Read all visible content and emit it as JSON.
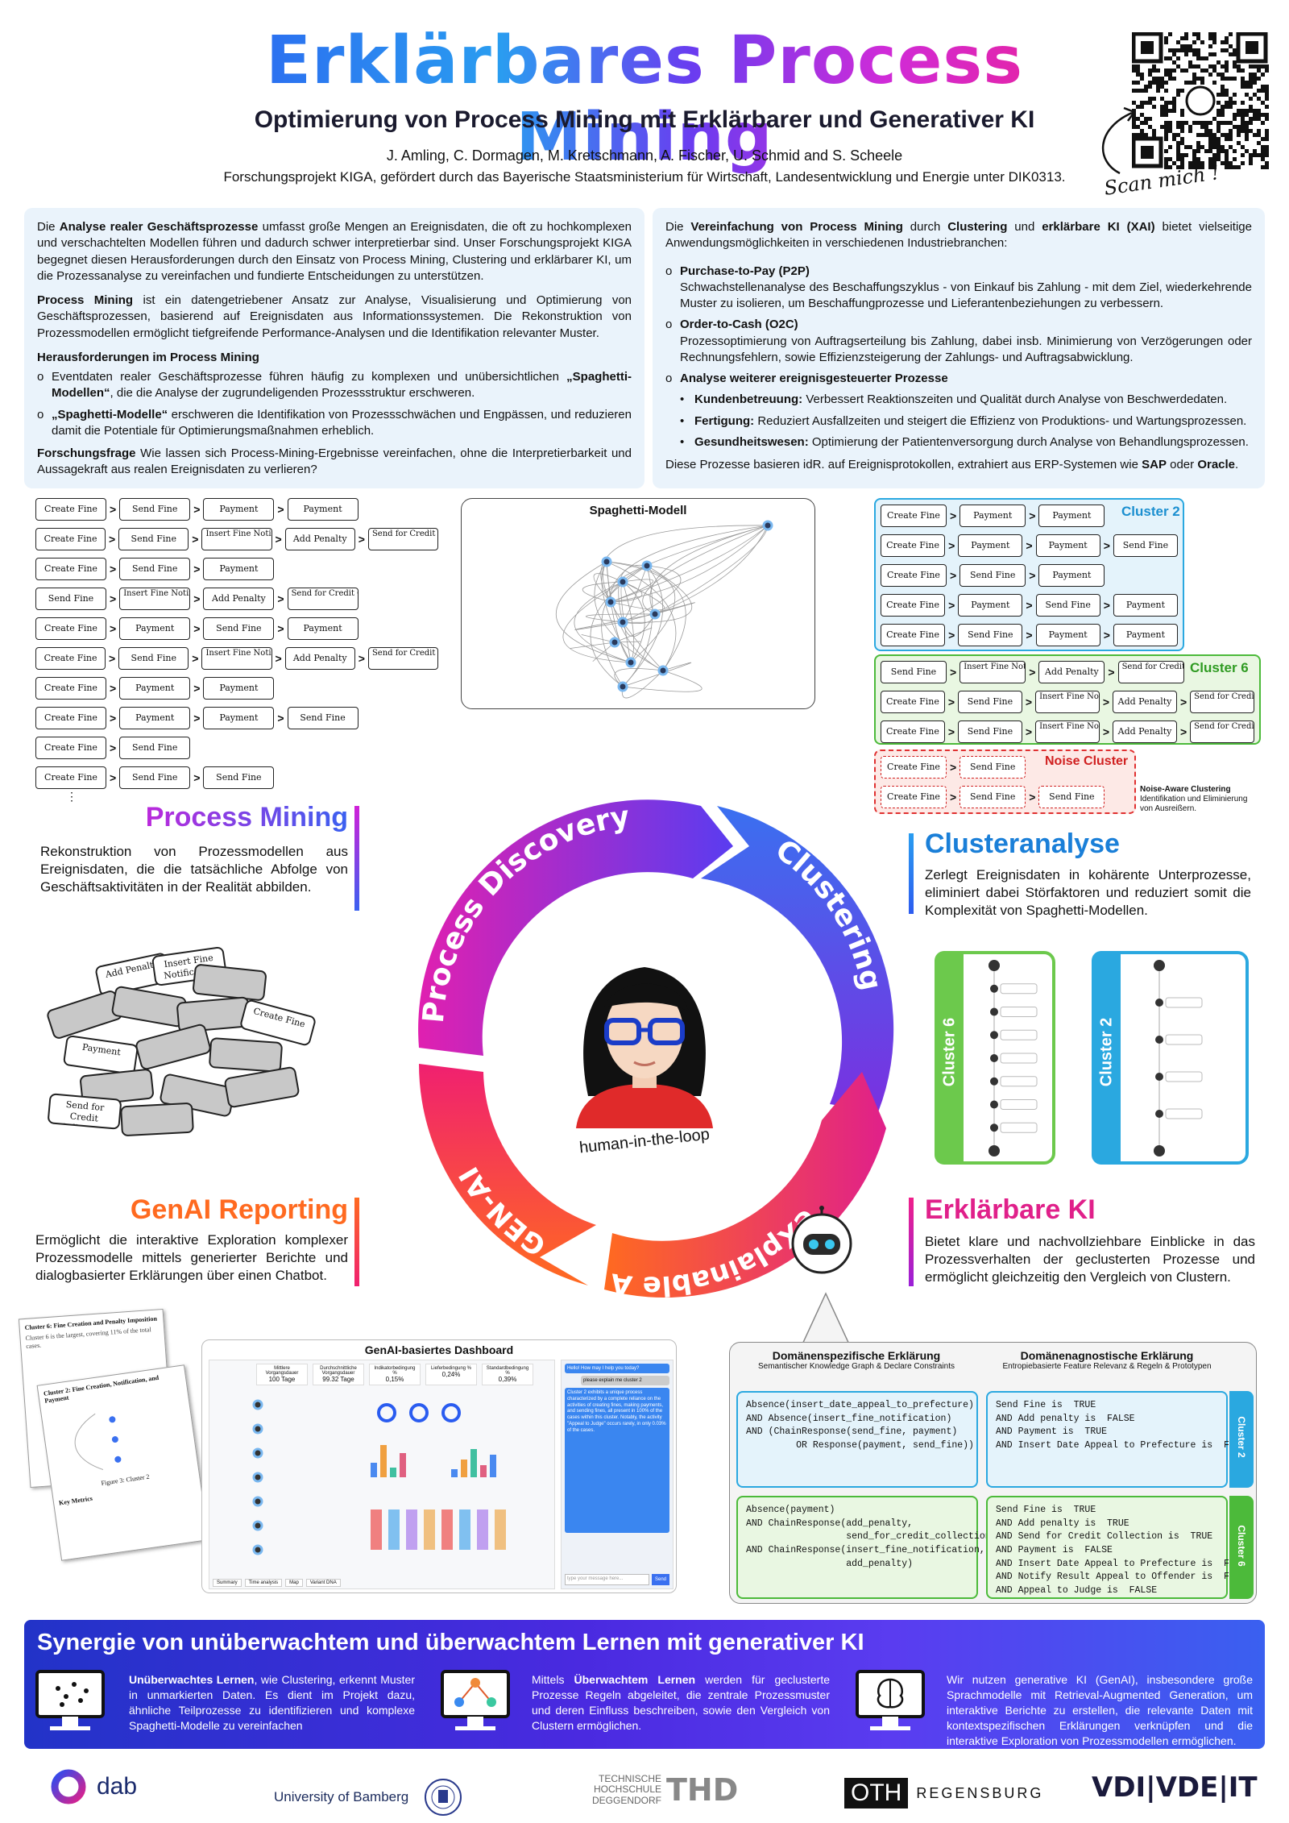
{
  "header": {
    "title": "Erklärbares Process Mining",
    "subtitle": "Optimierung von Process Mining mit Erklärbarer und Generativer KI",
    "authors": "J. Amling, C. Dormagen, M. Kretschmann, A. Fischer, U. Schmid and S. Scheele",
    "funding": "Forschungsprojekt KIGA, gefördert durch das Bayerische Staatsministerium für Wirtschaft, Landesentwicklung und Energie unter DIK0313.",
    "scan": "Scan mich !"
  },
  "left_box": {
    "p1_bold": "Analyse realer Geschäftsprozesse",
    "p1_pre": "Die ",
    "p1": " umfasst große Mengen an Ereignisdaten, die oft zu hochkomplexen und verschachtelten Modellen führen und dadurch schwer interpretierbar sind. Unser Forschungsprojekt KIGA begegnet diesen Herausforderungen durch den Einsatz von Process Mining, Clustering und erklärbarer KI, um die Prozessanalyse zu vereinfachen und fundierte Entscheidungen zu unterstützen.",
    "p2_bold": "Process Mining",
    "p2": " ist ein datengetriebener Ansatz zur Analyse, Visualisierung und Optimierung von Geschäftsprozessen, basierend auf Ereignisdaten aus Informationssystemen. Die Rekonstruktion von Prozessmodellen ermöglicht tiefgreifende Performance-Analysen und die Identifikation relevanter Muster.",
    "h3": "Herausforderungen im Process Mining",
    "li1_pre": "Eventdaten realer Geschäftsprozesse führen häufig zu komplexen und unübersichtlichen ",
    "li1_bold": "„Spaghetti-Modellen“",
    "li1": ", die die Analyse der zugrundeligenden Prozessstruktur erschweren.",
    "li2_bold": "„Spaghetti-Modelle“",
    "li2": " erschweren die Identifikation von Prozessschwächen und Engpässen, und reduzieren damit die Potentiale für Optimierungsmaßnahmen erheblich.",
    "q_bold": "Forschungsfrage",
    "q": " Wie lassen sich Process-Mining-Ergebnisse vereinfachen, ohne die Interpretierbarkeit und Aussagekraft aus realen Ereignisdaten zu verlieren?"
  },
  "right_box": {
    "intro_pre": "Die ",
    "intro_b1": "Vereinfachung von Process Mining",
    "intro_mid": " durch ",
    "intro_b2": "Clustering",
    "intro_and": " und ",
    "intro_b3": "erklärbare KI (XAI)",
    "intro_post": " bietet vielseitige Anwendungsmöglichkeiten in verschiedenen Industriebranchen:",
    "i1_title": "Purchase-to-Pay (P2P)",
    "i1": "Schwachstellenanalyse des Beschaffungszyklus - von Einkauf bis Zahlung - mit dem Ziel, wiederkehrende Muster zu isolieren, um Beschaffungprozesse und Lieferantenbeziehungen zu verbessern.",
    "i2_title": "Order-to-Cash (O2C)",
    "i2": "Prozessoptimierung von Auftragserteilung bis Zahlung, dabei insb. Minimierung von Verzögerungen oder Rechnungsfehlern, sowie Effizienzsteigerung der Zahlungs- und Auftragsabwicklung.",
    "i3_title": "Analyse weiterer ereignisgesteuerter Prozesse",
    "s1_b": "Kundenbetreuung:",
    "s1": " Verbessert Reaktionszeiten und Qualität durch Analyse von Beschwerdedaten.",
    "s2_b": "Fertigung:",
    "s2": " Reduziert Ausfallzeiten und steigert die Effizienz von Produktions- und Wartungsprozessen.",
    "s3_b": "Gesundheitswesen:",
    "s3": " Optimierung der Patientenversorgung durch Analyse von Behandlungsprozessen.",
    "footer_pre": "Diese Prozesse basieren idR. auf Ereignisprotokollen, extrahiert aus ERP-Systemen wie ",
    "footer_b1": "SAP",
    "footer_mid": " oder ",
    "footer_b2": "Oracle",
    "footer_post": "."
  },
  "traces": [
    [
      "Create Fine",
      "Send Fine",
      "Payment",
      "Payment"
    ],
    [
      "Create Fine",
      "Send Fine",
      "Insert Fine Notification",
      "Add Penalty",
      "Send for Credit Collection"
    ],
    [
      "Create Fine",
      "Send Fine",
      "Payment"
    ],
    [
      "Send Fine",
      "Insert Fine Notification",
      "Add Penalty",
      "Send for Credit Collection"
    ],
    [
      "Create Fine",
      "Payment",
      "Send Fine",
      "Payment"
    ],
    [
      "Create Fine",
      "Send Fine",
      "Insert Fine Notification",
      "Add Penalty",
      "Send for Credit Collection"
    ],
    [
      "Create Fine",
      "Payment",
      "Payment"
    ],
    [
      "Create Fine",
      "Payment",
      "Payment",
      "Send Fine"
    ],
    [
      "Create Fine",
      "Send Fine"
    ],
    [
      "Create Fine",
      "Send Fine",
      "Send Fine"
    ]
  ],
  "spaghetti_title": "Spaghetti-Modell",
  "cluster2": {
    "label": "Cluster 2",
    "rows": [
      [
        "Create Fine",
        "Payment",
        "Payment"
      ],
      [
        "Create Fine",
        "Payment",
        "Payment",
        "Send Fine"
      ],
      [
        "Create Fine",
        "Send Fine",
        "Payment"
      ],
      [
        "Create Fine",
        "Payment",
        "Send Fine",
        "Payment"
      ],
      [
        "Create Fine",
        "Send Fine",
        "Payment",
        "Payment"
      ]
    ]
  },
  "cluster6": {
    "label": "Cluster 6",
    "rows": [
      [
        "Send Fine",
        "Insert Fine Notification",
        "Add Penalty",
        "Send for Credit Collection"
      ],
      [
        "Create Fine",
        "Send Fine",
        "Insert Fine Notification",
        "Add Penalty",
        "Send for Credit Collection"
      ],
      [
        "Create Fine",
        "Send Fine",
        "Insert Fine Notification",
        "Add Penalty",
        "Send for Credit Collection"
      ]
    ]
  },
  "noise": {
    "label": "Noise Cluster",
    "rows": [
      [
        "Create Fine",
        "Send Fine"
      ],
      [
        "Create Fine",
        "Send Fine",
        "Send Fine"
      ]
    ],
    "note_title": "Noise-Aware Clustering",
    "note": "Identifikation und Eliminierung von Ausreißern."
  },
  "cycle": {
    "discovery": "Process Discovery",
    "clustering": "Clustering",
    "xai": "eXplainable AI",
    "genai": "GEN-AI",
    "human": "human-in-the-loop"
  },
  "pm": {
    "title": "Process Mining",
    "text": "Rekonstruktion von Prozessmodellen aus Ereignisdaten, die die tatsächliche Abfolge von Geschäftsaktivitäten in der Realität abbilden."
  },
  "ca": {
    "title": "Clusteranalyse",
    "text": "Zerlegt Ereignisdaten in kohärente Unterprozesse, eliminiert dabei Störfaktoren und reduziert somit die Komplexität von Spaghetti-Modellen."
  },
  "gr": {
    "title": "GenAI Reporting",
    "text": "Ermöglicht die interaktive Exploration komplexer Prozessmodelle mittels generierter Berichte und dialogbasierter Erklärungen über einen Chatbot."
  },
  "ek": {
    "title": "Erklärbare KI",
    "text": "Bietet klare und nachvollziehbare Einblicke in das Prozessverhalten der geclusterten Prozesse und ermöglicht gleichzeitig den Vergleich von Clustern."
  },
  "pile": [
    "Add Penalty",
    "Insert Fine Notification",
    "Create Fine",
    "Payment",
    "Send for Credit Collection"
  ],
  "model_labels": [
    "Cluster 6",
    "Cluster 2"
  ],
  "dashboard": {
    "title": "GenAI-basiertes Dashboard",
    "kpis": [
      [
        "Mittlere Vorgangsdauer",
        "100 Tage"
      ],
      [
        "Durchschnittliche Vorgangsdauer",
        "99.32 Tage"
      ],
      [
        "Indikatorbedingung %",
        "0,15%"
      ],
      [
        "Lieferbedingung %",
        "0,24%"
      ],
      [
        "Standardbedingung %",
        "0,39%"
      ]
    ],
    "chat_q1": "Hello! How may I help you today?",
    "chat_q2": "please explain me cluster 2",
    "chat_a": "Cluster 2 exhibits a unique process characterized by a complete reliance on the activities of creating fines, making payments, and sending fines, all present in 100% of the cases within this cluster. Notably, the activity \"Appeal to Judge\" occurs rarely, in only 0.03% of the cases.",
    "input": "type your message here...",
    "send": "Send",
    "tabs": [
      "Summary",
      "Time analysis",
      "Map",
      "Variant DNA"
    ]
  },
  "report": {
    "h1": "Cluster 6: Fine Creation and Penalty Imposition",
    "h2": "Cluster 2: Fine Creation, Notification, and Payment",
    "fig": "Figure 3: Cluster 2",
    "km": "Key Metrics"
  },
  "expl": {
    "dom_title": "Domänenspezifische Erklärung",
    "dom_sub": "Semantischer Knowledge Graph & Declare Constraints",
    "agn_title": "Domänenagnostische Erklärung",
    "agn_sub": "Entropiebasierte Feature Relevanz & Regeln & Prototypen",
    "dom2": "Absence(insert_date_appeal_to_prefecture)\nAND Absence(insert_fine_notification)\nAND (ChainResponse(send_fine, payment)\n         OR Response(payment, send_fine))",
    "dom6": "Absence(payment)\nAND ChainResponse(add_penalty,\n                  send_for_credit_collection)\nAND ChainResponse(insert_fine_notification,\n                  add_penalty)",
    "agn2": "Send Fine is  TRUE\nAND Add penalty is  FALSE\nAND Payment is  TRUE\nAND Insert Date Appeal to Prefecture is  FALSE",
    "agn6": "Send Fine is  TRUE\nAND Add penalty is  TRUE\nAND Send for Credit Collection is  TRUE\nAND Payment is  FALSE\nAND Insert Date Appeal to Prefecture is  FALSE\nAND Notify Result Appeal to Offender is  FALSE\nAND Appeal to Judge is  FALSE",
    "c2": "Cluster 2",
    "c6": "Cluster 6"
  },
  "synergy": {
    "title": "Synergie von unüberwachtem und überwachtem Lernen mit generativer KI",
    "c1_b": "Unüberwachtes Lernen",
    "c1": ", wie Clustering, erkennt Muster in unmarkierten Daten. Es dient im Projekt dazu, ähnliche Teilprozesse zu identifizieren und komplexe Spaghetti-Modelle zu vereinfachen",
    "c2_pre": "Mittels ",
    "c2_b": "Überwachtem Lernen",
    "c2": " werden für geclusterte Prozesse Regeln abgeleitet, die zentrale Prozessmuster und deren Einfluss beschreiben, sowie den Vergleich von Clustern ermöglichen.",
    "c3": "Wir nutzen generative KI (GenAI), insbesondere große Sprachmodelle mit Retrieval-Augmented Generation, um interaktive Berichte zu erstellen, die relevante Daten mit kontextspezifischen Erklärungen verknüpfen und die interaktive Exploration von Prozessmodellen ermöglichen."
  },
  "logos": {
    "dab": "dab",
    "bamberg": "University of Bamberg",
    "thd1": "TECHNISCHE",
    "thd2": "HOCHSCHULE",
    "thd3": "DEGGENDORF",
    "thd": "THD",
    "oth": "OTH",
    "regensburg": "REGENSBURG",
    "vdi": "VDI|VDE|IT"
  },
  "colors": {
    "accent_blue": "#2c5cf0",
    "accent_pink": "#e0208a",
    "accent_orange": "#ff6a20",
    "cluster2": "#2aa8e0",
    "cluster6": "#4cba3a",
    "noise": "#e03030"
  }
}
